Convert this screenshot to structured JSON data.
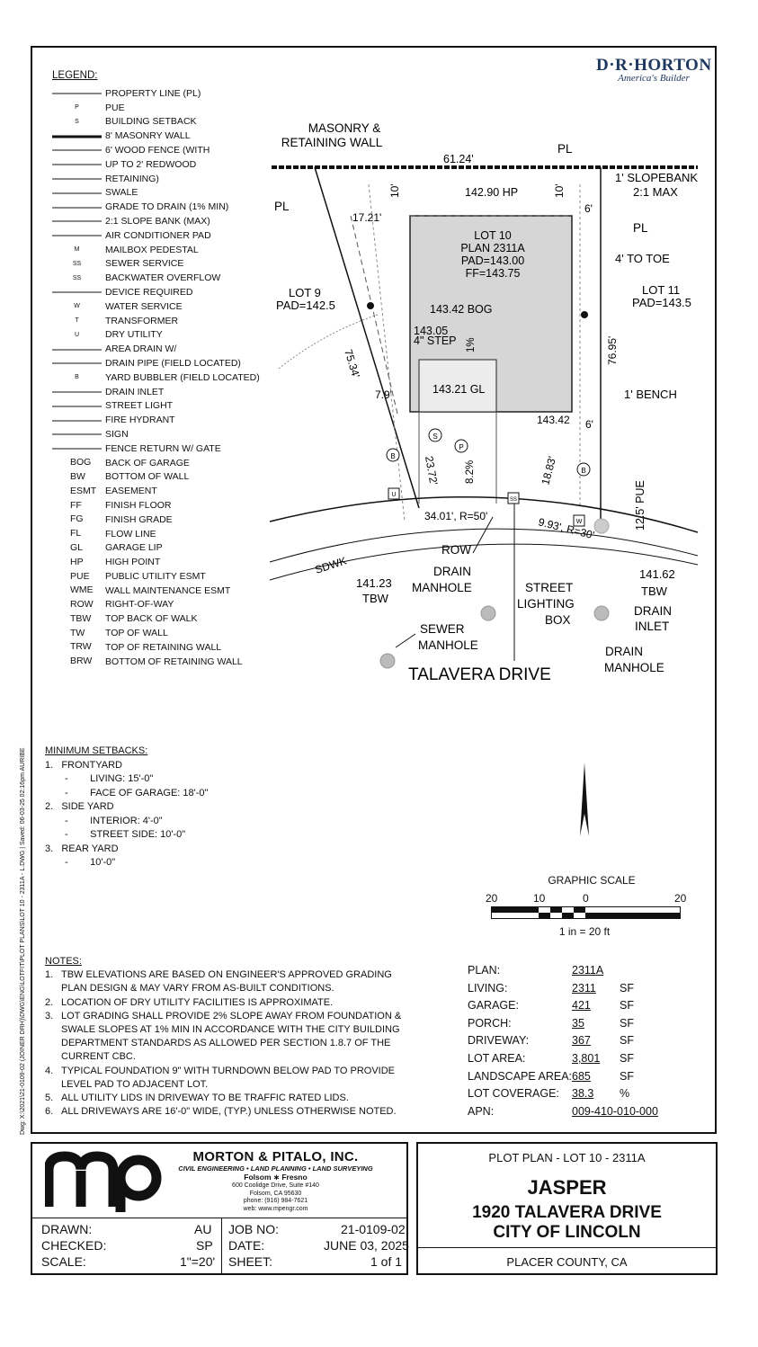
{
  "legend": {
    "title": "LEGEND:",
    "items": [
      {
        "sym": "",
        "label": "PROPERTY LINE (PL)"
      },
      {
        "sym": "P",
        "label": "PUE"
      },
      {
        "sym": "S",
        "label": "BUILDING SETBACK"
      },
      {
        "sym": "",
        "label": "8' MASONRY WALL"
      },
      {
        "sym": "",
        "label": "6' WOOD FENCE (WITH"
      },
      {
        "sym": "",
        "label": "UP TO 2' REDWOOD"
      },
      {
        "sym": "",
        "label": "RETAINING)"
      },
      {
        "sym": "",
        "label": "SWALE"
      },
      {
        "sym": "",
        "label": "GRADE TO DRAIN (1% MIN)"
      },
      {
        "sym": "",
        "label": "2:1 SLOPE BANK (MAX)"
      },
      {
        "sym": "",
        "label": "AIR CONDITIONER PAD"
      },
      {
        "sym": "M",
        "label": "MAILBOX PEDESTAL"
      },
      {
        "sym": "SS",
        "label": "SEWER SERVICE"
      },
      {
        "sym": "SS",
        "label": "BACKWATER OVERFLOW"
      },
      {
        "sym": "",
        "label": "DEVICE REQUIRED"
      },
      {
        "sym": "W",
        "label": "WATER SERVICE"
      },
      {
        "sym": "T",
        "label": "TRANSFORMER"
      },
      {
        "sym": "U",
        "label": "DRY UTILITY"
      },
      {
        "sym": "",
        "label": "AREA DRAIN W/"
      },
      {
        "sym": "",
        "label": "DRAIN PIPE (FIELD LOCATED)"
      },
      {
        "sym": "B",
        "label": "YARD BUBBLER (FIELD LOCATED)"
      },
      {
        "sym": "",
        "label": "DRAIN INLET"
      },
      {
        "sym": "",
        "label": "STREET LIGHT"
      },
      {
        "sym": "",
        "label": "FIRE HYDRANT"
      },
      {
        "sym": "",
        "label": "SIGN"
      },
      {
        "sym": "",
        "label": "FENCE RETURN W/ GATE"
      }
    ],
    "abbreviations": [
      {
        "abbr": "BOG",
        "label": "BACK OF GARAGE"
      },
      {
        "abbr": "BW",
        "label": "BOTTOM OF WALL"
      },
      {
        "abbr": "ESMT",
        "label": "EASEMENT"
      },
      {
        "abbr": "FF",
        "label": "FINISH FLOOR"
      },
      {
        "abbr": "FG",
        "label": "FINISH GRADE"
      },
      {
        "abbr": "FL",
        "label": "FLOW LINE"
      },
      {
        "abbr": "GL",
        "label": "GARAGE LIP"
      },
      {
        "abbr": "HP",
        "label": "HIGH POINT"
      },
      {
        "abbr": "PUE",
        "label": "PUBLIC UTILITY ESMT"
      },
      {
        "abbr": "WME",
        "label": "WALL MAINTENANCE ESMT"
      },
      {
        "abbr": "ROW",
        "label": "RIGHT-OF-WAY"
      },
      {
        "abbr": "TBW",
        "label": "TOP BACK OF WALK"
      },
      {
        "abbr": "TW",
        "label": "TOP OF WALL"
      },
      {
        "abbr": "TRW",
        "label": "TOP OF RETAINING WALL"
      },
      {
        "abbr": "BRW",
        "label": "BOTTOM OF RETAINING WALL"
      }
    ]
  },
  "logo": {
    "name": "D·R·HORTON",
    "tagline": "America's Builder",
    "color": "#1f3860"
  },
  "plan": {
    "masonry_label_1": "MASONRY &",
    "masonry_label_2": "RETAINING WALL",
    "pl": "PL",
    "rear_dim": "61.24'",
    "hp": "142.90 HP",
    "ten_ft": "10'",
    "six_ft": "6'",
    "slopebank_1": "1' SLOPEBANK",
    "slopebank_2": "2:1 MAX",
    "side_17": "17.21'",
    "lot_no": "LOT 10",
    "plan_no": "PLAN 2311A",
    "pad": "PAD=143.00",
    "ff": "FF=143.75",
    "to_toe": "4' TO TOE",
    "lot9": "LOT 9",
    "lot9_pad": "PAD=142.5",
    "lot11": "LOT 11",
    "lot11_pad": "PAD=143.5",
    "bog": "143.42 BOG",
    "step_elev": "143.05",
    "step": "4\" STEP",
    "one_pct": "1%",
    "side_75": "75.34'",
    "side_76": "76.95'",
    "dim_79": "7.9'",
    "gl": "143.21 GL",
    "bench": "1' BENCH",
    "corner_elev": "143.42",
    "drive_dim": "23.72'",
    "drive_pct": "8.2%",
    "dim_18": "18.83'",
    "pue_dim": "12.5' PUE",
    "curve_1": "34.01', R=50'",
    "curve_2": "9.93', R=30'",
    "sdwk": "SDWK",
    "row": "ROW",
    "tbw_left": "141.23",
    "tbw": "TBW",
    "drain_manhole_1": "DRAIN",
    "drain_manhole_2": "MANHOLE",
    "street_light_1": "STREET",
    "street_light_2": "LIGHTING",
    "street_light_3": "BOX",
    "tbw_right": "141.62",
    "drain_inlet_1": "DRAIN",
    "drain_inlet_2": "INLET",
    "sewer_1": "SEWER",
    "sewer_2": "MANHOLE",
    "street": "TALAVERA DRIVE",
    "sym_s": "S",
    "sym_p": "P",
    "sym_b": "B",
    "sym_u": "U",
    "sym_ss": "SS",
    "sym_w": "W"
  },
  "setbacks": {
    "title": "MINIMUM SETBACKS:",
    "lines": [
      "1.   FRONTYARD",
      "-        LIVING: 15'-0\"",
      "-        FACE OF GARAGE: 18'-0\"",
      "2.   SIDE YARD",
      "-        INTERIOR: 4'-0\"",
      "-        STREET SIDE: 10'-0\"",
      "3.   REAR YARD",
      "-        10'-0\""
    ]
  },
  "scale": {
    "title": "GRAPHIC SCALE",
    "t20l": "20",
    "t10": "10",
    "t0": "0",
    "t20r": "20",
    "ratio": "1 in =  20 ft"
  },
  "notes": {
    "title": "NOTES:",
    "items": [
      {
        "n": "1.",
        "text": "TBW ELEVATIONS ARE BASED ON ENGINEER'S APPROVED GRADING PLAN DESIGN & MAY VARY FROM AS-BUILT CONDITIONS."
      },
      {
        "n": "2.",
        "text": "LOCATION OF DRY UTILITY FACILITIES IS APPROXIMATE."
      },
      {
        "n": "3.",
        "text": "LOT GRADING SHALL PROVIDE 2% SLOPE AWAY FROM FOUNDATION & SWALE SLOPES AT 1% MIN IN ACCORDANCE WITH THE CITY BUILDING DEPARTMENT STANDARDS AS ALLOWED PER SECTION 1.8.7 OF THE CURRENT CBC."
      },
      {
        "n": "4.",
        "text": "TYPICAL FOUNDATION 9\" WITH TURNDOWN BELOW PAD TO PROVIDE LEVEL PAD TO ADJACENT LOT."
      },
      {
        "n": "5.",
        "text": "ALL UTILITY LIDS IN DRIVEWAY TO BE TRAFFIC RATED LIDS."
      },
      {
        "n": "6.",
        "text": "ALL DRIVEWAYS ARE 16'-0\" WIDE, (TYP.) UNLESS OTHERWISE NOTED."
      }
    ]
  },
  "stats": [
    {
      "label": "PLAN:",
      "value": "2311A",
      "unit": ""
    },
    {
      "label": "LIVING:",
      "value": "2311",
      "unit": "SF"
    },
    {
      "label": "GARAGE:",
      "value": "421",
      "unit": "SF"
    },
    {
      "label": "PORCH:",
      "value": "35",
      "unit": "SF"
    },
    {
      "label": "DRIVEWAY:",
      "value": "367",
      "unit": "SF"
    },
    {
      "label": "LOT AREA:",
      "value": "3,801",
      "unit": "SF"
    },
    {
      "label": "LANDSCAPE AREA:",
      "value": "685",
      "unit": "SF"
    },
    {
      "label": "LOT COVERAGE:",
      "value": "38.3",
      "unit": "%"
    },
    {
      "label": "APN:",
      "value": "009-410-010-000",
      "unit": ""
    }
  ],
  "firm": {
    "logo_text": "mp",
    "name": "MORTON & PITALO, INC.",
    "services": "CIVIL ENGINEERING • LAND PLANNING • LAND SURVEYING",
    "cities": "Folsom  ∗  Fresno",
    "addr1": "600 Coolidge Drive, Suite #140",
    "addr2": "Folsom, CA 95630",
    "phone": "phone: (916) 984-7621",
    "web": "web: www.mpengr.com"
  },
  "titleblock": {
    "drawn_label": "DRAWN:",
    "drawn": "AU",
    "checked_label": "CHECKED:",
    "checked": "SP",
    "scale_label": "SCALE:",
    "scale": "1\"=20'",
    "job_label": "JOB NO:",
    "job": "21-0109-02",
    "date_label": "DATE:",
    "date": "JUNE 03, 2025",
    "sheet_label": "SHEET:",
    "sheet": "1 of 1",
    "title": "PLOT  PLAN - LOT 10 - 2311A",
    "project": "JASPER",
    "address": "1920 TALAVERA DRIVE",
    "city": "CITY OF LINCOLN",
    "county": "PLACER COUNTY, CA"
  },
  "side_text": "Dwg: X:\\2021\\21-0109-02 (JOINER DRH)\\DWG\\ENG\\LOTFIT\\PLOT PLANS\\LOT 10 - 2311A - L.DWG  |  Saved: 06-03-25 02:16pm  AURIBE"
}
